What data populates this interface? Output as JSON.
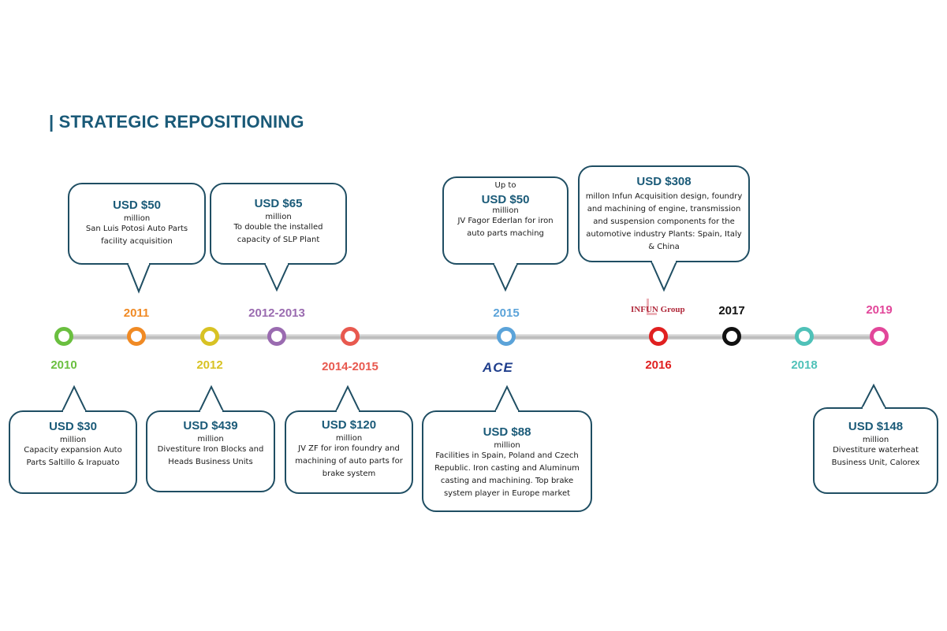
{
  "title": "| STRATEGIC REPOSITIONING",
  "colors": {
    "accent": "#1a5a78",
    "border": "#1f4e63"
  },
  "milestones": [
    {
      "year": "2010",
      "color": "#6abf3f"
    },
    {
      "year": "2011",
      "color": "#f08a24"
    },
    {
      "year": "2012",
      "color": "#d8c224"
    },
    {
      "year": "2012-2013",
      "color": "#9a6bb0"
    },
    {
      "year": "2014-2015",
      "color": "#e8594f"
    },
    {
      "year": "2015",
      "color": "#5ba3d9"
    },
    {
      "year": "2016",
      "color": "#e02020"
    },
    {
      "year": "2017",
      "color": "#111111"
    },
    {
      "year": "2018",
      "color": "#4fc1b8"
    },
    {
      "year": "2019",
      "color": "#e2479a"
    }
  ],
  "logos": {
    "ace": "ACE",
    "infun": "INFUN Group"
  },
  "callouts": {
    "c2011": {
      "amount": "USD $50",
      "unit": "million",
      "desc": "San Luis Potosi Auto Parts facility acquisition"
    },
    "c2012_2013": {
      "amount": "USD $65",
      "unit": "million",
      "desc": "To double the installed capacity of SLP Plant"
    },
    "c2015_top": {
      "pre": "Up to",
      "amount": "USD $50",
      "unit": "million",
      "desc": "JV Fagor Ederlan for iron auto parts maching"
    },
    "c2016": {
      "amount": "USD $308",
      "desc": "millon Infun Acquisition design, foundry and machining of engine, transmission and suspension components for the automotive industry Plants: Spain, Italy & China"
    },
    "c2010": {
      "amount": "USD $30",
      "unit": "million",
      "desc": "Capacity expansion Auto Parts Saltillo & Irapuato"
    },
    "c2012": {
      "amount": "USD $439",
      "unit": "million",
      "desc": "Divestiture Iron Blocks and Heads Business Units"
    },
    "c2014_2015": {
      "amount": "USD $120",
      "unit": "million",
      "desc": "JV ZF for iron foundry and machining of auto parts for brake system"
    },
    "c2015_bottom": {
      "amount": "USD $88",
      "unit": "million",
      "desc": "Facilities in Spain, Poland and Czech Republic. Iron casting and Aluminum casting and machining. Top brake system player in Europe market"
    },
    "c2019": {
      "amount": "USD $148",
      "unit": "million",
      "desc": "Divestiture waterheat Business Unit, Calorex"
    }
  }
}
